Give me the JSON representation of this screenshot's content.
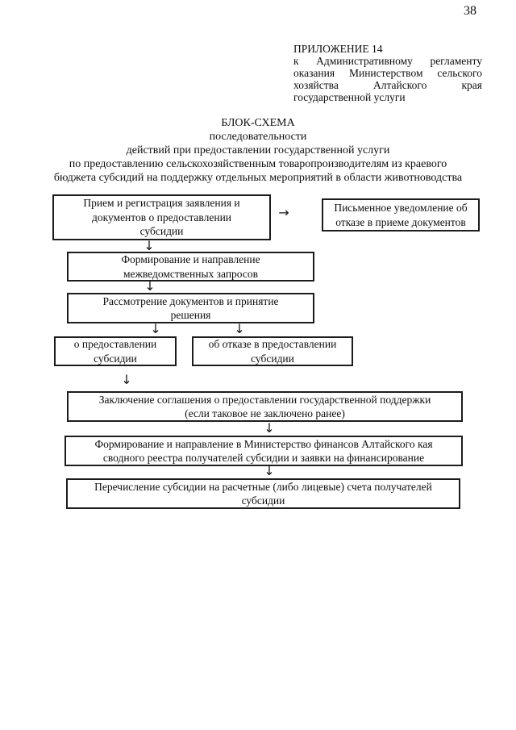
{
  "page": {
    "number": "38"
  },
  "colors": {
    "paper": "#ffffff",
    "ink": "#0e0e0e"
  },
  "icons": {
    "arrow_down": "↓",
    "arrow_right": "→"
  },
  "appendix_header": {
    "lines": [
      "ПРИЛОЖЕНИЕ 14",
      "к Административному регламенту",
      "оказания Министерством сельского",
      "хозяйства Алтайского края",
      "государственной услуги"
    ]
  },
  "title": {
    "lines": [
      "БЛОК-СХЕМА",
      "последовательности",
      "действий при предоставлении государственной услуги",
      "по предоставлению сельскохозяйственным товаропроизводителям из краевого",
      "бюджета субсидий на поддержку отдельных мероприятий в области животноводства"
    ]
  },
  "flowchart": {
    "reception": {
      "lines": [
        "Прием и регистрация заявления и",
        "документов о предоставлении",
        "субсидии"
      ]
    },
    "refusal_notice": {
      "lines": [
        "Письменное уведомление об",
        "отказе в приеме документов"
      ]
    },
    "interagency": {
      "lines": [
        "Формирование и направление",
        "межведомственных запросов"
      ]
    },
    "review": {
      "lines": [
        "Рассмотрение документов и принятие",
        "решения"
      ]
    },
    "grant": {
      "lines": [
        "о предоставлении",
        "субсидии"
      ]
    },
    "refuse_grant": {
      "lines": [
        "об отказе в предоставлении",
        "субсидии"
      ]
    },
    "agreement": {
      "lines": [
        "Заключение соглашения о предоставлении государственной поддержки",
        "(если таковое не заключено ранее)"
      ]
    },
    "registry": {
      "lines": [
        "Формирование и направление в Министерство финансов Алтайского кая",
        "сводного реестра получателей субсидии и заявки на финансирование"
      ]
    },
    "transfer": {
      "lines": [
        "Перечисление субсидии на расчетные (либо лицевые) счета получателей",
        "субсидии"
      ]
    }
  }
}
